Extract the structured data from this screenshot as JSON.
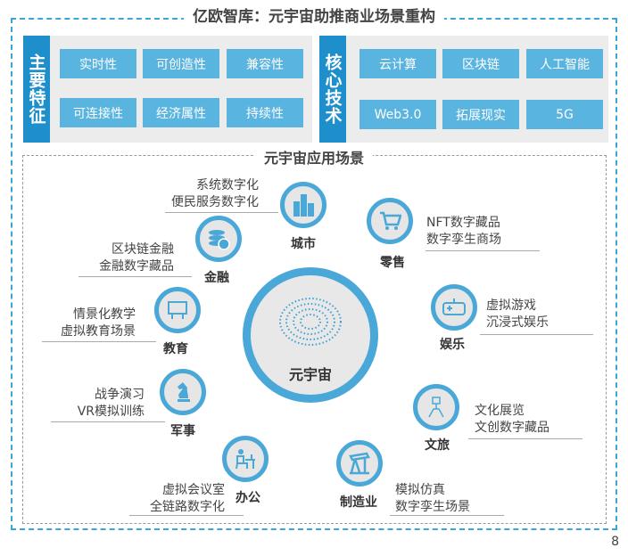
{
  "title": "亿欧智库：元宇宙助推商业场景重构",
  "features": {
    "heading": "主要特征",
    "items": [
      "实时性",
      "可创造性",
      "兼容性",
      "可连接性",
      "经济属性",
      "持续性"
    ]
  },
  "tech": {
    "heading": "核心技术",
    "items": [
      "云计算",
      "区块链",
      "人工智能",
      "Web3.0",
      "拓展现实",
      "5G"
    ]
  },
  "scenes_title": "元宇宙应用场景",
  "center_label": "元宇宙",
  "scenes": {
    "city": {
      "label": "城市",
      "lines": [
        "系统数字化",
        "便民服务数字化"
      ]
    },
    "retail": {
      "label": "零售",
      "lines": [
        "NFT数字藏品",
        "数字孪生商场"
      ]
    },
    "finance": {
      "label": "金融",
      "lines": [
        "区块链金融",
        "金融数字藏品"
      ]
    },
    "education": {
      "label": "教育",
      "lines": [
        "情景化教学",
        "虚拟教育场景"
      ]
    },
    "entertainment": {
      "label": "娱乐",
      "lines": [
        "虚拟游戏",
        "沉浸式娱乐"
      ]
    },
    "military": {
      "label": "军事",
      "lines": [
        "战争演习",
        "VR模拟训练"
      ]
    },
    "tourism": {
      "label": "文旅",
      "lines": [
        "文化展览",
        "文创数字藏品"
      ]
    },
    "office": {
      "label": "办公",
      "lines": [
        "虚拟会议室",
        "全链路数字化"
      ]
    },
    "manufacturing": {
      "label": "制造业",
      "lines": [
        "模拟仿真",
        "数字孪生场景"
      ]
    }
  },
  "page_number": "8",
  "colors": {
    "accent": "#1f8fcc",
    "box": "#5ab4e0",
    "ring": "#4aa8d8"
  }
}
